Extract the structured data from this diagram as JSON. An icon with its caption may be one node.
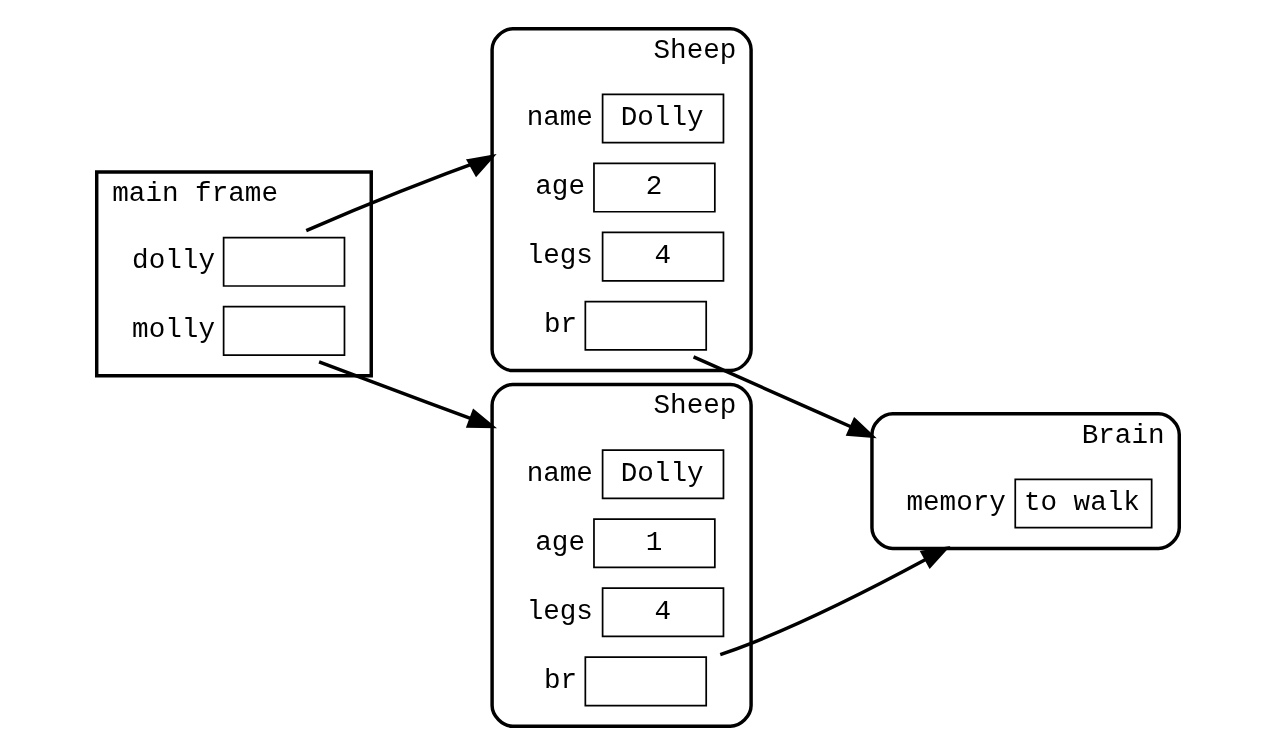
{
  "diagram": {
    "nodes": [
      {
        "text": [
          "main frame"
        ]
      },
      {
        "text": [],
        "shape": "box",
        "in": 0,
        "beside": [
          "dolly"
        ]
      },
      {
        "text": [],
        "shape": "box",
        "in": 0,
        "beside": [
          "molly"
        ]
      },
      {
        "text": [
          "Sheep"
        ]
      },
      {
        "text": [
          "Dolly"
        ],
        "in": 3,
        "beside": [
          "name"
        ]
      },
      {
        "text": [
          "2"
        ],
        "in": 3,
        "beside": [
          "age"
        ]
      },
      {
        "text": [
          "4"
        ],
        "in": 3,
        "beside": [
          "legs"
        ]
      },
      {
        "text": [],
        "shape": "box",
        "in": 3,
        "beside": [
          "br"
        ]
      },
      {
        "text": [
          "Brain"
        ]
      },
      {
        "text": [
          "to walk"
        ],
        "in": 8,
        "beside": [
          "memory"
        ]
      },
      {
        "text": [
          "Sheep"
        ]
      },
      {
        "text": [
          "Dolly"
        ],
        "in": 10,
        "beside": [
          "name"
        ]
      },
      {
        "text": [
          "1"
        ],
        "in": 10,
        "beside": [
          "age"
        ]
      },
      {
        "text": [
          "4"
        ],
        "in": 10,
        "beside": [
          "legs"
        ]
      },
      {
        "text": [],
        "shape": "box",
        "in": 10,
        "beside": [
          "br"
        ]
      }
    ],
    "edges": [
      {
        "from": 1,
        "to": 3,
        "arrow": "to"
      },
      {
        "from": 2,
        "to": 10,
        "arrow": "to"
      },
      {
        "from": 7,
        "to": 8,
        "arrow": "to"
      },
      {
        "from": 14,
        "to": 8,
        "arrow": "to"
      }
    ]
  }
}
